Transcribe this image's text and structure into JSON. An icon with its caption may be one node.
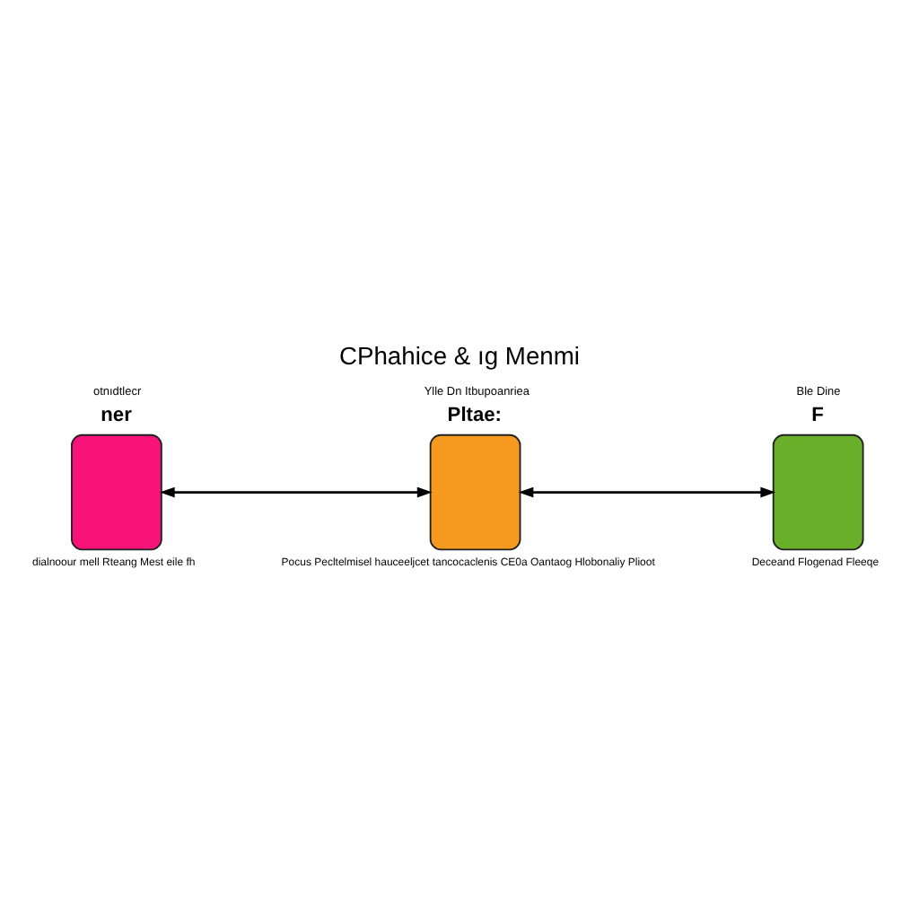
{
  "diagram": {
    "title": "CPhahice & ıg Menmi",
    "nodes": [
      {
        "text": [],
        "shape": "box",
        "beside": [
          "otnıdtlecr",
          "ner",
          "dialnoour mell Rteang Mest eile fh"
        ]
      },
      {
        "text": [],
        "shape": "box",
        "beside": [
          "Ylle Dn Itbupoanriea",
          "Pltae:",
          "Pocus Pecltelmisel hauceeljcet tancocaclenis CE0a Oantaog Hlobonaliy Plioot"
        ]
      },
      {
        "text": [],
        "shape": "box",
        "beside": [
          "Ble Dine",
          "F",
          "Deceand Flogenad Fleeqe"
        ]
      }
    ],
    "edges": [
      {
        "from": 0,
        "to": 1,
        "arrow": "both"
      },
      {
        "from": 1,
        "to": 2,
        "arrow": "both"
      }
    ]
  }
}
